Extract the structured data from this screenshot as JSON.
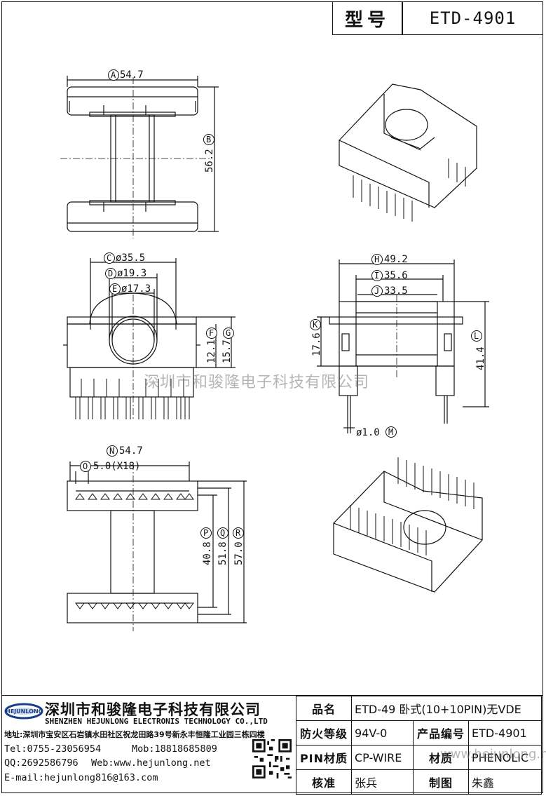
{
  "header": {
    "label": "型号",
    "model": "ETD-4901"
  },
  "dims": {
    "A": "54.7",
    "B": "56.2",
    "C": "ø35.5",
    "D": "ø19.3",
    "E": "ø17.3",
    "F": "12.1",
    "G": "15.7",
    "H": "49.2",
    "I": "35.6",
    "J": "33.5",
    "K": "17.6",
    "L": "41.4",
    "M": "ø1.0",
    "N": "54.7",
    "O": "5.0(X18)",
    "P": "40.8",
    "Q": "51.8",
    "R": "57.0"
  },
  "letters": [
    "A",
    "B",
    "C",
    "D",
    "E",
    "F",
    "G",
    "H",
    "I",
    "J",
    "K",
    "L",
    "M",
    "N",
    "O",
    "P",
    "Q",
    "R"
  ],
  "watermark": "深圳市和骏隆电子科技有限公司",
  "watermark2": "www.hejunlong.net",
  "company": {
    "logo_text": "HEJUNLONG",
    "name_cn": "深圳市和骏隆电子科技有限公司",
    "name_en": "SHENZHEN HEJUNLONG ELECTRONIS TECHNOLOGY CO.,LTD",
    "address": "地址:深圳市宝安区石岩镇水田社区祝龙田路39号新永丰恒隆工业园三栋四楼",
    "tel": "Tel:0755-23056954",
    "mob": "Mob:18818685809",
    "qq": "QQ:2692586796",
    "web": "Web:www.hejunlong.net",
    "email": "E-mail:hejunlong816@163.com"
  },
  "spec": {
    "name_label": "品名",
    "name_value": "ETD-49 卧式(10+10PIN)无VDE",
    "flame_label": "防火等级",
    "flame_value": "94V-0",
    "code_label": "产品编号",
    "code_value": "ETD-4901",
    "pin_label": "PIN材质",
    "pin_value": "CP-WIRE",
    "material_label": "材质",
    "material_value": "PHENOLIC",
    "check_label": "核准",
    "check_value": "张兵",
    "draw_label": "制图",
    "draw_value": "朱鑫"
  }
}
